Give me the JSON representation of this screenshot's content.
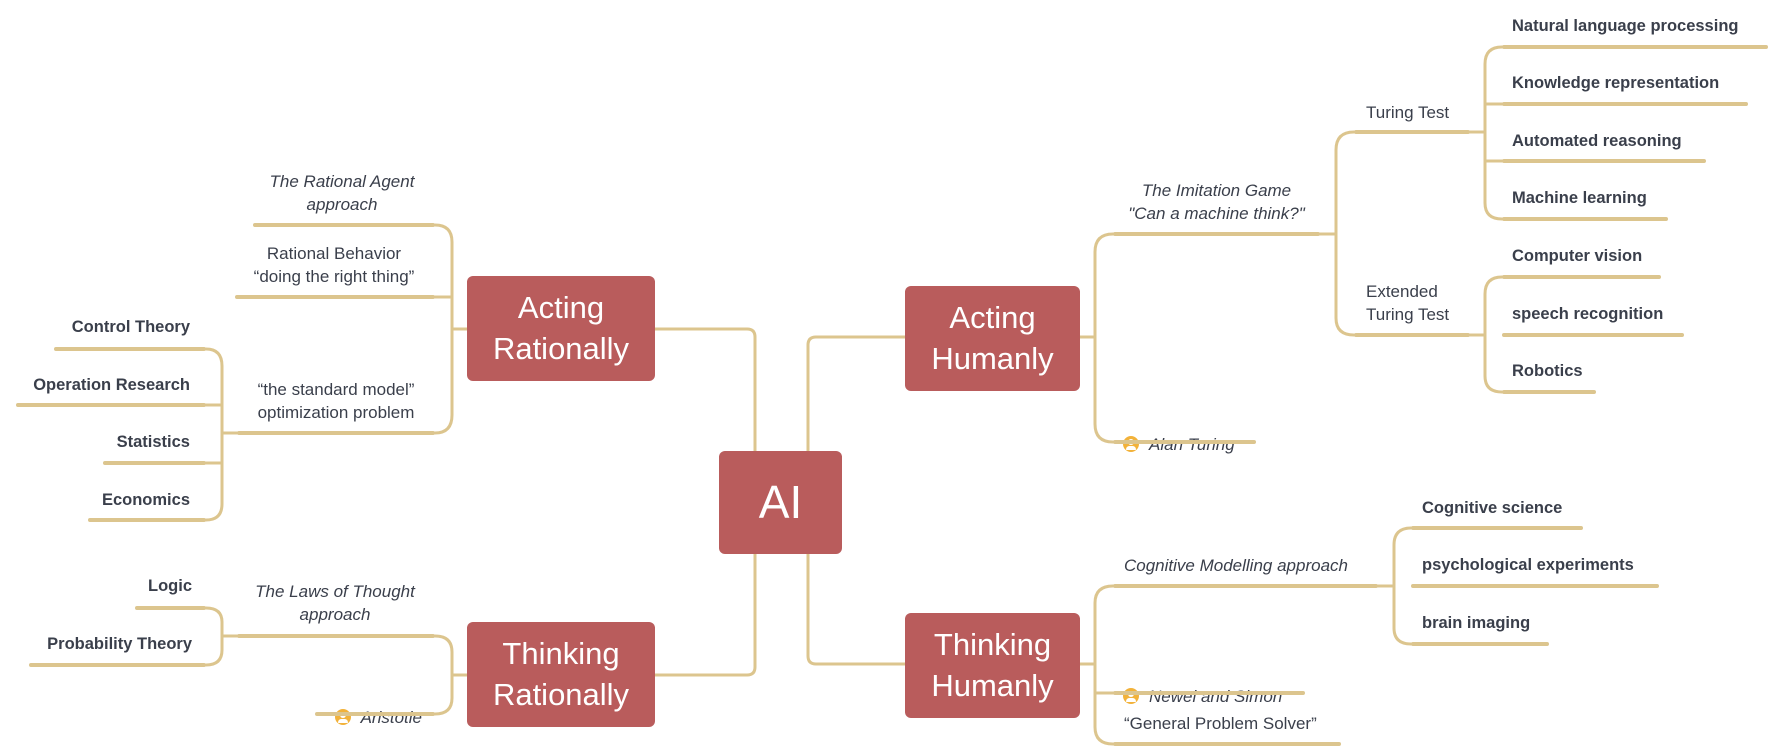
{
  "root": {
    "label": "AI"
  },
  "acting_rationally": {
    "label": "Acting\nRationally",
    "rational_agent": "The Rational Agent\napproach",
    "rational_behavior": "Rational Behavior\n“doing the right thing”",
    "standard_model": "“the standard model”\noptimization problem",
    "fields": [
      "Control Theory",
      "Operation Research",
      "Statistics",
      "Economics"
    ]
  },
  "thinking_rationally": {
    "label": "Thinking\nRationally",
    "laws_of_thought": "The Laws of Thought\napproach",
    "fields": [
      "Logic",
      "Probability Theory"
    ],
    "person": "Aristotle"
  },
  "acting_humanly": {
    "label": "Acting\nHumanly",
    "imitation_game": "The Imitation Game\n\"Can a machine think?\"",
    "turing_test": "Turing Test",
    "turing_items": [
      "Natural language processing",
      "Knowledge representation",
      "Automated reasoning",
      "Machine learning"
    ],
    "extended_test": "Extended\nTuring Test",
    "extended_items": [
      "Computer vision",
      "speech recognition",
      "Robotics"
    ],
    "person": "Alan Turing"
  },
  "thinking_humanly": {
    "label": "Thinking\nHumanly",
    "cognitive_modelling": "Cognitive Modelling approach",
    "cognitive_items": [
      "Cognitive science",
      "psychological experiments",
      "brain imaging"
    ],
    "person": "Newel and Simon",
    "gps": "“General Problem Solver”"
  },
  "colors": {
    "node": "#b95c5c",
    "connector": "#dcc58e",
    "text": "#3a3f4b",
    "person_icon": "#f2b23a"
  },
  "icons": {
    "person": "person-icon"
  }
}
